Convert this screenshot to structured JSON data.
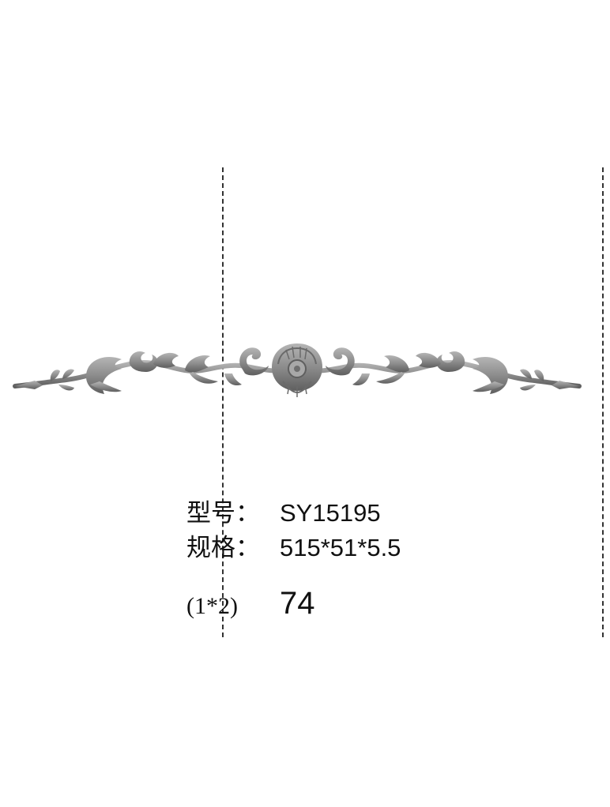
{
  "product": {
    "model_label": "型号：",
    "model_value": "SY15195",
    "size_label": "规格：",
    "size_value": "515*51*5.5",
    "pack_ratio": "(1*2)",
    "pack_quantity": "74"
  },
  "colors": {
    "ornament": "#8c8c8c",
    "guide_lines": "#333333"
  },
  "icons": {
    "ornament": "floral-scroll-applique"
  }
}
